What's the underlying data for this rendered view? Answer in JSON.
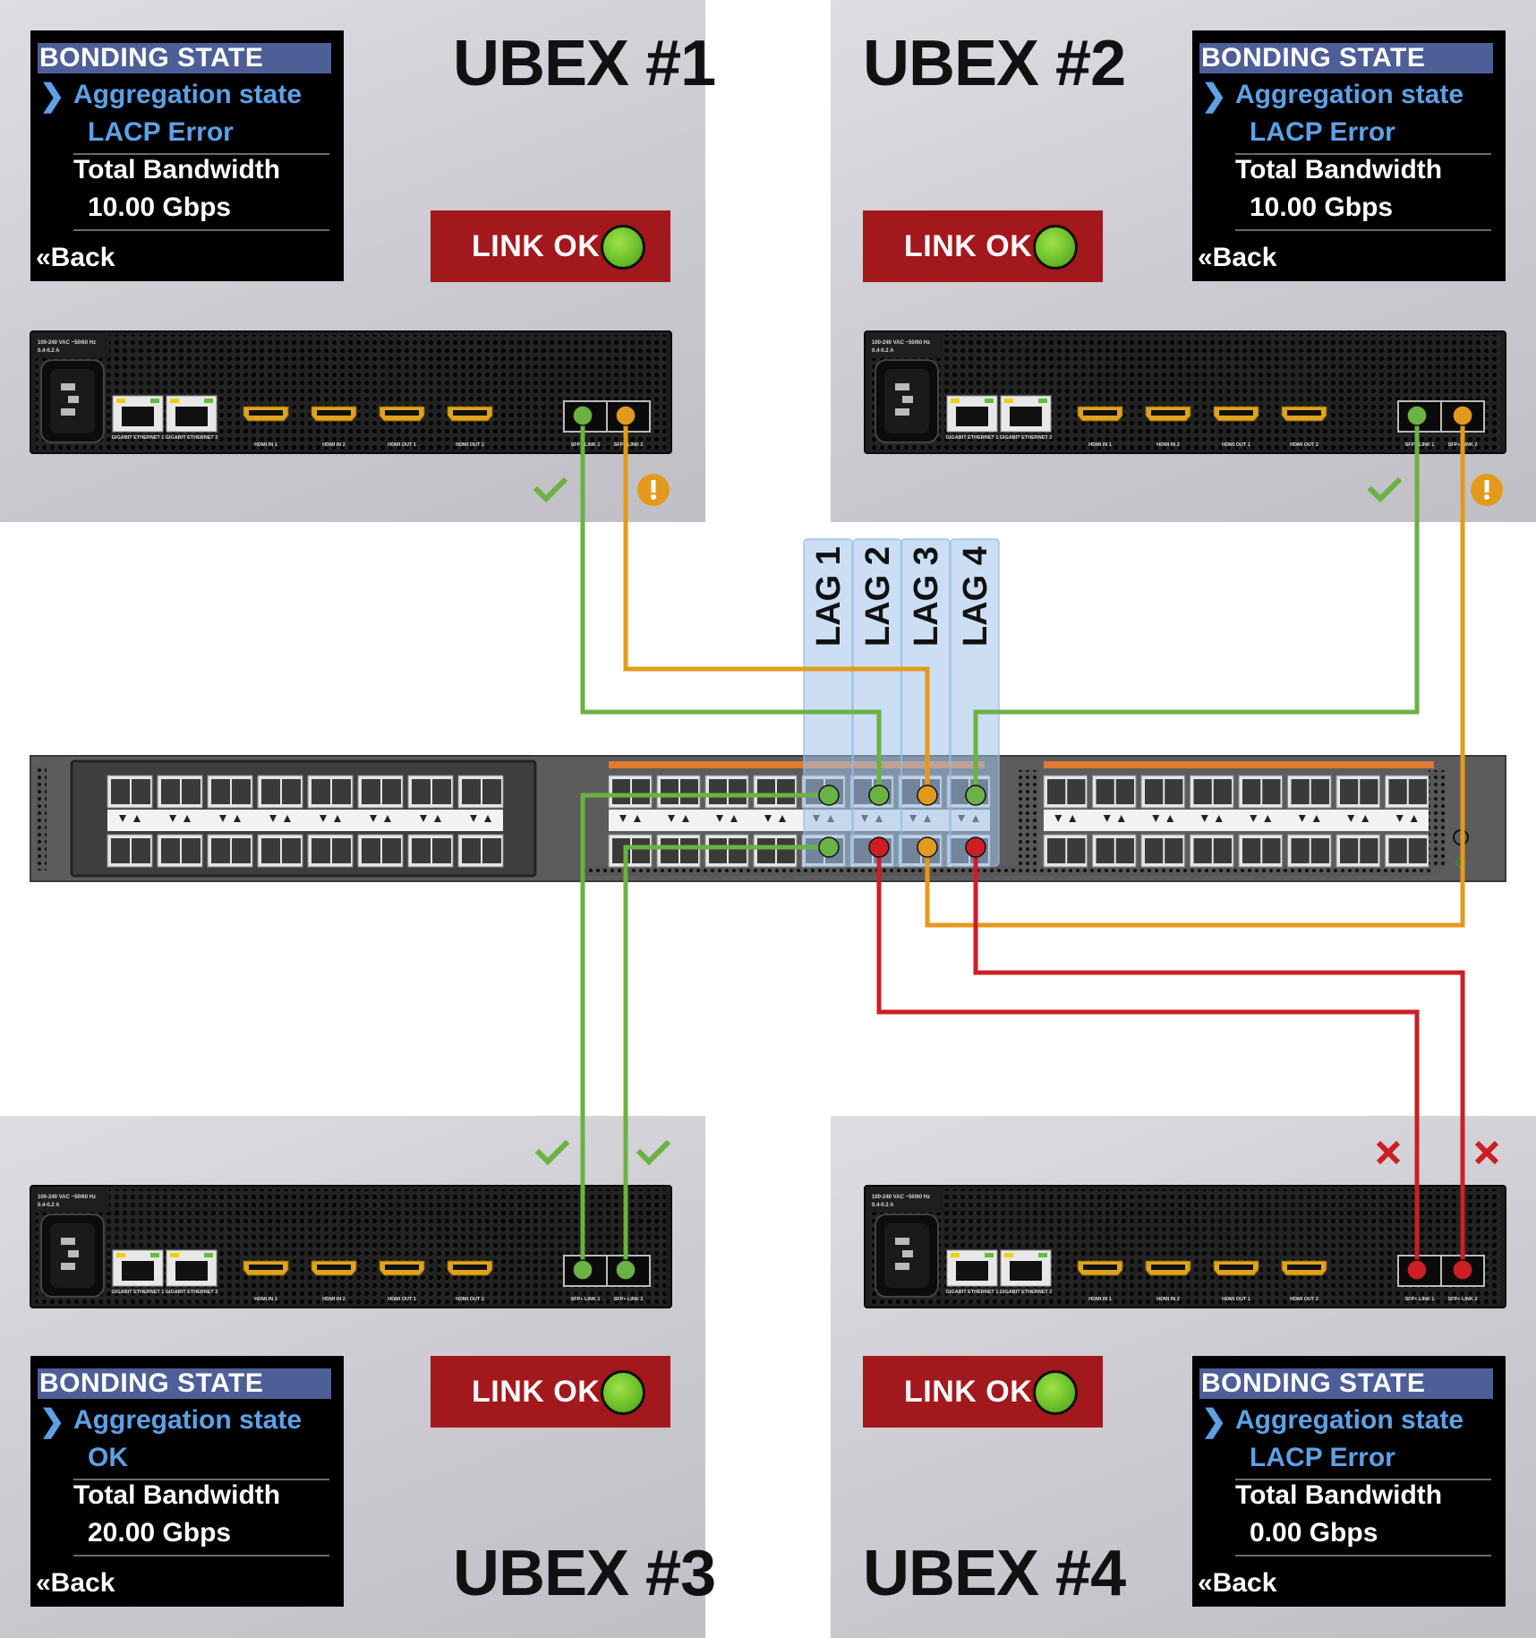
{
  "units": [
    {
      "title": "UBEX #1",
      "bonding": {
        "header": "BONDING STATE",
        "aggregation_label": "Aggregation state",
        "aggregation_value": "LACP Error",
        "bandwidth_label": "Total Bandwidth",
        "bandwidth_value": "10.00 Gbps",
        "back": "«Back"
      },
      "link_status": "LINK OK",
      "port_status": [
        "ok",
        "warning"
      ]
    },
    {
      "title": "UBEX #2",
      "bonding": {
        "header": "BONDING STATE",
        "aggregation_label": "Aggregation state",
        "aggregation_value": "LACP Error",
        "bandwidth_label": "Total Bandwidth",
        "bandwidth_value": "10.00 Gbps",
        "back": "«Back"
      },
      "link_status": "LINK OK",
      "port_status": [
        "ok",
        "warning"
      ]
    },
    {
      "title": "UBEX #3",
      "bonding": {
        "header": "BONDING STATE",
        "aggregation_label": "Aggregation state",
        "aggregation_value": "OK",
        "bandwidth_label": "Total Bandwidth",
        "bandwidth_value": "20.00 Gbps",
        "back": "«Back"
      },
      "link_status": "LINK OK",
      "port_status": [
        "ok",
        "ok"
      ]
    },
    {
      "title": "UBEX #4",
      "bonding": {
        "header": "BONDING STATE",
        "aggregation_label": "Aggregation state",
        "aggregation_value": "LACP Error",
        "bandwidth_label": "Total Bandwidth",
        "bandwidth_value": "0.00 Gbps",
        "back": "«Back"
      },
      "link_status": "LINK OK",
      "port_status": [
        "error",
        "error"
      ]
    }
  ],
  "lags": [
    "LAG 1",
    "LAG 2",
    "LAG 3",
    "LAG 4"
  ],
  "device_labels": {
    "power_rating_1": "100-240 VAC ~50/60 Hz",
    "power_rating_2": "0.4-0.2 A",
    "ports": [
      "GIGABIT ETHERNET 1",
      "GIGABIT ETHERNET 2",
      "HDMI IN 1",
      "HDMI IN 2",
      "HDMI OUT 1",
      "HDMI OUT 2",
      "SFP+ LINK 1",
      "SFP+ LINK 2"
    ]
  },
  "colors": {
    "ok": "#6ab244",
    "warning": "#e39a1c",
    "error": "#cc1e24",
    "panel_header": "#4e5f97",
    "accent_text": "#5da1e6",
    "link_box": "#a3181d"
  }
}
